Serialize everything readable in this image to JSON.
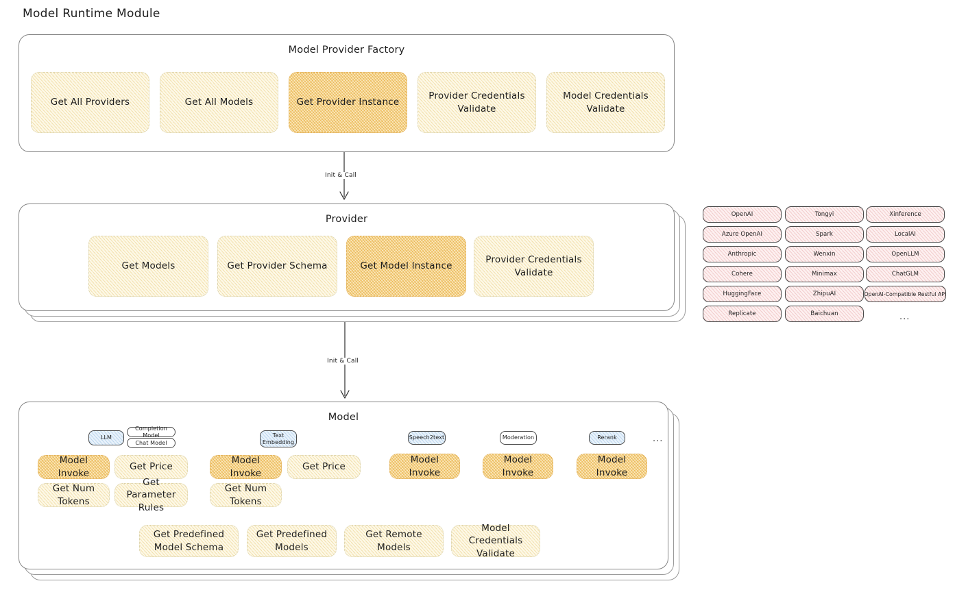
{
  "diagram": {
    "title": "Model Runtime Module",
    "type": "architecture-diagram",
    "colors": {
      "highlight_fill": "#fbe9bf",
      "normal_fill": "#fdf8e6",
      "provider_pill_fill": "#fdf0f0",
      "model_tag_fill": "#e8f2fb",
      "stroke": "#1e1e1e",
      "panel_stroke": "#868686"
    }
  },
  "factory": {
    "title": "Model Provider Factory",
    "nodes": [
      {
        "label": "Get All Providers",
        "highlighted": false
      },
      {
        "label": "Get All Models",
        "highlighted": false
      },
      {
        "label": "Get Provider Instance",
        "highlighted": true
      },
      {
        "label": "Provider Credentials Validate",
        "highlighted": false
      },
      {
        "label": "Model Credentials Validate",
        "highlighted": false
      }
    ]
  },
  "arrow_1": {
    "label": "Init & Call"
  },
  "provider": {
    "title": "Provider",
    "stack_layers": 3,
    "nodes": [
      {
        "label": "Get Models",
        "highlighted": false
      },
      {
        "label": "Get Provider Schema",
        "highlighted": false
      },
      {
        "label": "Get Model Instance",
        "highlighted": true
      },
      {
        "label": "Provider Credentials Validate",
        "highlighted": false
      }
    ]
  },
  "arrow_2": {
    "label": "Init & Call"
  },
  "provider_list": {
    "ellipsis": "...",
    "columns": [
      [
        "OpenAI",
        "Azure OpenAI",
        "Anthropic",
        "Cohere",
        "HuggingFace",
        "Replicate"
      ],
      [
        "Tongyi",
        "Spark",
        "Wenxin",
        "Minimax",
        "ZhipuAI",
        "Baichuan"
      ],
      [
        "Xinference",
        "LocalAI",
        "OpenLLM",
        "ChatGLM",
        "OpenAI-Compatible Restful API"
      ]
    ]
  },
  "model": {
    "title": "Model",
    "stack_layers": 3,
    "ellipsis": "...",
    "types": [
      {
        "tag": "LLM",
        "tag_style": "blue",
        "subtags": [
          "Completion Model",
          "Chat Model"
        ],
        "methods_row1": [
          {
            "label": "Model Invoke",
            "highlighted": true
          },
          {
            "label": "Get Price",
            "highlighted": false
          }
        ],
        "methods_row2": [
          {
            "label": "Get Num Tokens",
            "highlighted": false
          },
          {
            "label": "Get Parameter Rules",
            "highlighted": false
          }
        ]
      },
      {
        "tag": "Text Embedding",
        "tag_style": "blue",
        "subtags": [],
        "methods_row1": [
          {
            "label": "Model Invoke",
            "highlighted": true
          },
          {
            "label": "Get Price",
            "highlighted": false
          }
        ],
        "methods_row2": [
          {
            "label": "Get Num Tokens",
            "highlighted": false
          }
        ]
      },
      {
        "tag": "Speech2text",
        "tag_style": "blue",
        "subtags": [],
        "methods_row1": [
          {
            "label": "Model Invoke",
            "highlighted": true
          }
        ],
        "methods_row2": []
      },
      {
        "tag": "Moderation",
        "tag_style": "white",
        "subtags": [],
        "methods_row1": [
          {
            "label": "Model Invoke",
            "highlighted": true
          }
        ],
        "methods_row2": []
      },
      {
        "tag": "Rerank",
        "tag_style": "blue",
        "subtags": [],
        "methods_row1": [
          {
            "label": "Model Invoke",
            "highlighted": true
          }
        ],
        "methods_row2": []
      }
    ],
    "common_methods": [
      {
        "label": "Get Predefined Model Schema"
      },
      {
        "label": "Get Predefined Models"
      },
      {
        "label": "Get Remote Models"
      },
      {
        "label": "Model Credentials Validate"
      }
    ]
  }
}
